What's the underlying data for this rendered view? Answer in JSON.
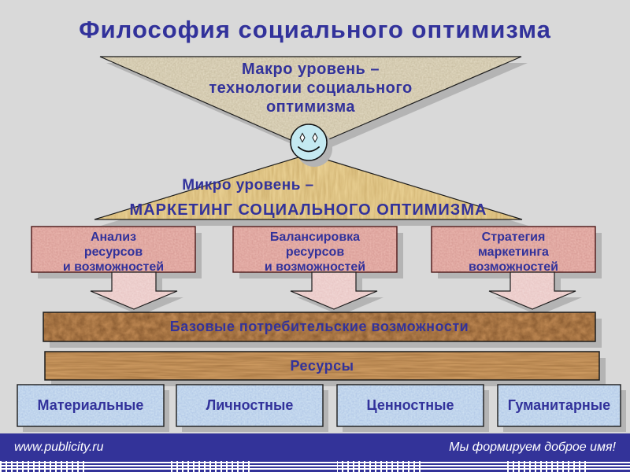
{
  "slide": {
    "title": "Философия социального оптимизма",
    "macro_level": {
      "label": "Макро уровень –\nтехнологии социального\nоптимизма"
    },
    "micro_level": {
      "label": "Микро уровень –",
      "subtitle": "МАРКЕТИНГ СОЦИАЛЬНОГО ОПТИМИЗМА"
    },
    "smiley_icon": "smiley-face",
    "process_boxes": [
      {
        "label": "Анализ\nресурсов\nи возможностей"
      },
      {
        "label": "Балансировка\nресурсов\nи возможностей"
      },
      {
        "label": "Стратегия\nмаркетинга\nвозможностей"
      }
    ],
    "bars": {
      "base": "Базовые потребительские возможности",
      "resources": "Ресурсы"
    },
    "resource_types": [
      "Материальные",
      "Личностные",
      "Ценностные",
      "Гуманитарные"
    ],
    "footer": {
      "site_url": "www.publicity.ru",
      "slogan": "Мы формируем доброе имя!"
    },
    "colors": {
      "accent_navy": "#333399",
      "slide_background": "#d9d9d9",
      "footer_background": "#333399",
      "shadow_gray": "#b4b4b4"
    }
  }
}
